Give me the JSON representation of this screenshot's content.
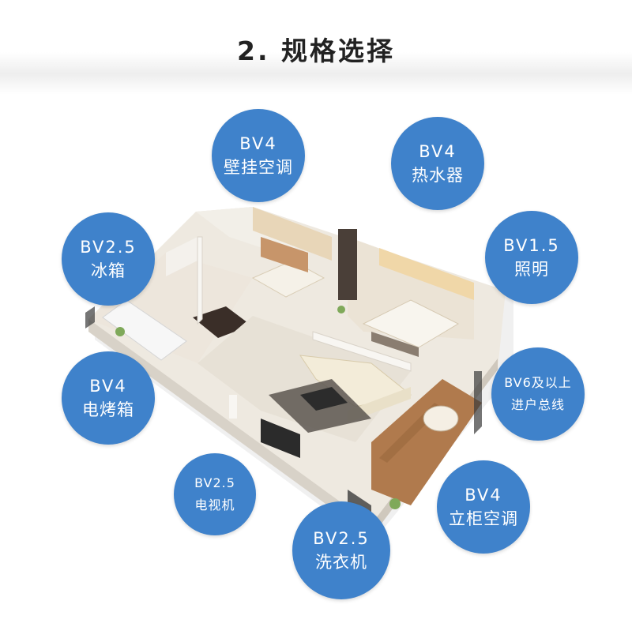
{
  "header": {
    "title": "2. 规格选择"
  },
  "colors": {
    "bubble": "#3f82cb",
    "title": "#222222",
    "floor_wood": "#c49a6c",
    "floor_tile": "#e7e1d6",
    "wall": "#f3f0ea"
  },
  "illustration": {
    "icon": "apartment-floorplan-illustration"
  },
  "bubbles": [
    {
      "id": "wall-ac",
      "spec": "BV4",
      "device": "壁挂空调"
    },
    {
      "id": "water-heater",
      "spec": "BV4",
      "device": "热水器"
    },
    {
      "id": "fridge",
      "spec": "BV2.5",
      "device": "冰箱"
    },
    {
      "id": "lighting",
      "spec": "BV1.5",
      "device": "照明"
    },
    {
      "id": "oven",
      "spec": "BV4",
      "device": "电烤箱"
    },
    {
      "id": "main-line",
      "spec": "BV6及以上",
      "device": "进户总线"
    },
    {
      "id": "tv",
      "spec": "BV2.5",
      "device": "电视机"
    },
    {
      "id": "washer",
      "spec": "BV2.5",
      "device": "洗衣机"
    },
    {
      "id": "floor-ac",
      "spec": "BV4",
      "device": "立柜空调"
    }
  ]
}
